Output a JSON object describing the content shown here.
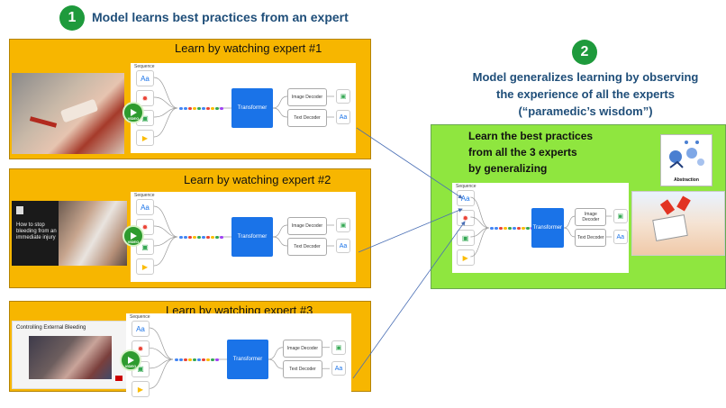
{
  "step1": {
    "number": "1",
    "title": "Model learns best practices from an expert"
  },
  "step2": {
    "number": "2",
    "title_lines": [
      "Model generalizes learning by observing",
      "the experience of all the experts",
      "(“paramedic’s wisdom”)"
    ]
  },
  "experts": [
    {
      "title": "Learn by watching expert #1",
      "photo_text": ""
    },
    {
      "title": "Learn by watching expert #2",
      "photo_text": "How to stop bleeding from an immediate injury"
    },
    {
      "title": "Learn by watching expert #3",
      "photo_text": "Controlling External Bleeding"
    }
  ],
  "diagram": {
    "sequence_label": "Sequence",
    "input_icons": [
      "Aa",
      "✹",
      "▣",
      "▶"
    ],
    "transformer_label": "Transformer",
    "image_decoder_label": "Image Decoder",
    "text_decoder_label": "Text Decoder",
    "output_icons": [
      "▣",
      "Aa"
    ],
    "video_badge_label": "VIDEO"
  },
  "generalize": {
    "lines": [
      "Learn the best practices",
      "from all the 3 experts",
      "by generalizing"
    ],
    "abstraction_label": "Abstraction"
  },
  "colors": {
    "panel_orange": "#f7b600",
    "panel_green": "#8fe63f",
    "step_green": "#1e9a3c",
    "title_blue": "#1f4e79",
    "transformer_blue": "#1a73e8",
    "arrow_blue": "#4a6fb5"
  }
}
